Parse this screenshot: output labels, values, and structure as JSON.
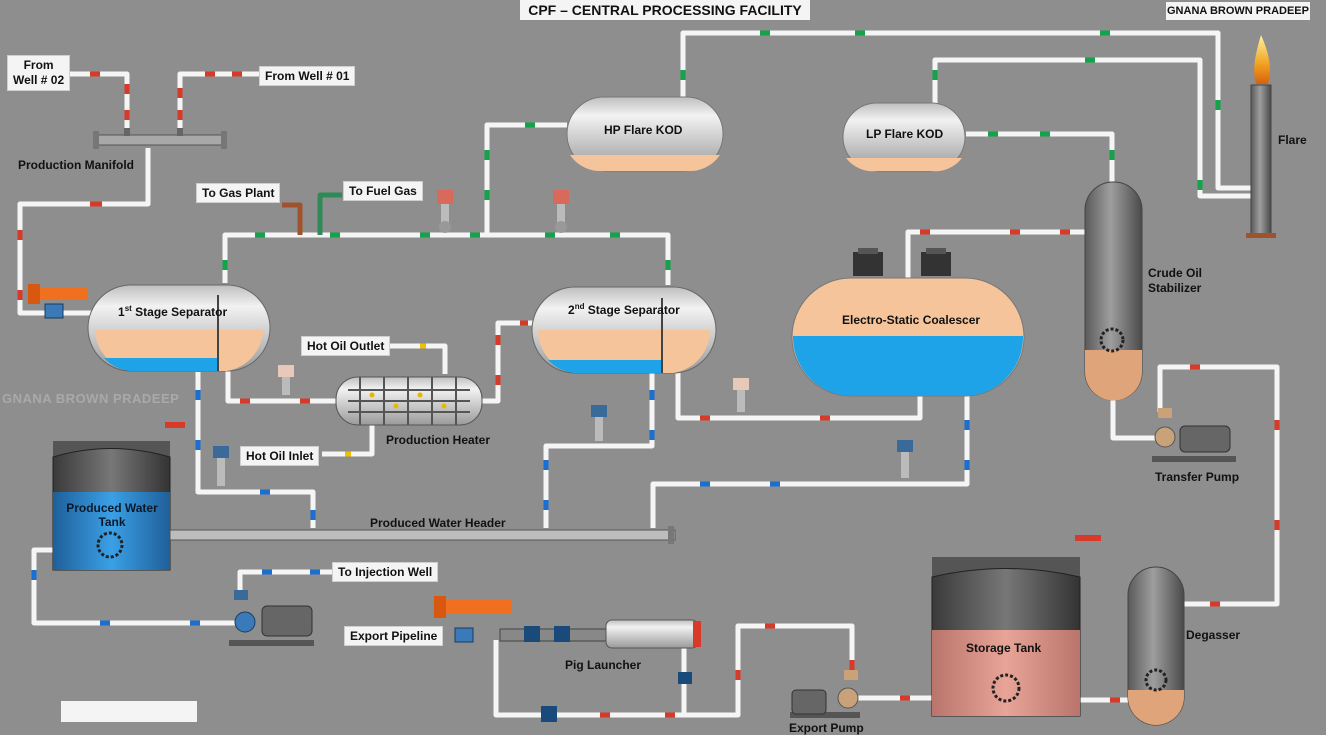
{
  "header": {
    "title": "CPF – CENTRAL PROCESSING FACILITY",
    "brand": "GNANA BROWN PRADEEP",
    "watermark": "GNANA BROWN PRADEEP"
  },
  "inlets": {
    "well_02": "From\nWell # 02",
    "well_01": "From Well # 01",
    "gas_plant": "To Gas Plant",
    "fuel_gas": "To Fuel Gas",
    "hot_oil_outlet": "Hot Oil Outlet",
    "hot_oil_inlet": "Hot Oil Inlet",
    "injection_well": "To Injection Well",
    "export_pipeline": "Export Pipeline"
  },
  "equipment": {
    "manifold": "Production Manifold",
    "sep1": "1st Stage Separator",
    "sep1_base": "1",
    "sep1_sup": "st",
    "sep1_rest": " Stage Separator",
    "sep2_base": "2",
    "sep2_sup": "nd",
    "sep2_rest": " Stage Separator",
    "heater": "Production Heater",
    "pw_tank": "Produced Water Tank",
    "pw_header": "Produced Water Header",
    "hp_kod": "HP Flare KOD",
    "lp_kod": "LP Flare KOD",
    "coalescer": "Electro-Static Coalescer",
    "stabilizer": "Crude Oil Stabilizer",
    "flare": "Flare",
    "transfer_pump": "Transfer Pump",
    "storage_tank": "Storage Tank",
    "degasser": "Degasser",
    "pig_launcher": "Pig Launcher",
    "export_pump": "Export Pump"
  },
  "colors": {
    "oil": "#f6c49b",
    "water": "#1fa3e8",
    "gas": "#13a34a",
    "crude": "#d83a2a",
    "pipe": "#f5f5f5",
    "vessel_top": "#d9d9d9",
    "background": "#8e8e8e"
  }
}
